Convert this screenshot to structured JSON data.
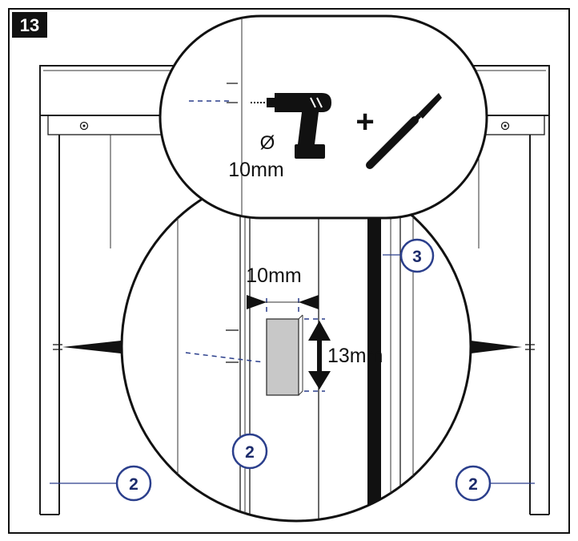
{
  "step": {
    "number": "13"
  },
  "drill_bubble": {
    "diameter_symbol": "Ø",
    "diameter_value": "10mm",
    "plus": "+"
  },
  "detail": {
    "width_label": "10mm",
    "height_label": "13mm"
  },
  "callouts": [
    {
      "id": "part-3-detail",
      "label": "3"
    },
    {
      "id": "part-2-detail",
      "label": "2"
    },
    {
      "id": "part-2-left",
      "label": "2"
    },
    {
      "id": "part-2-right",
      "label": "2"
    }
  ],
  "colors": {
    "callout_accent": "#2b3f8c",
    "recess_fill": "#c8c8c8",
    "line": "#1a1a1a"
  },
  "icons": [
    "drill-icon",
    "chisel-icon",
    "plus-icon"
  ]
}
